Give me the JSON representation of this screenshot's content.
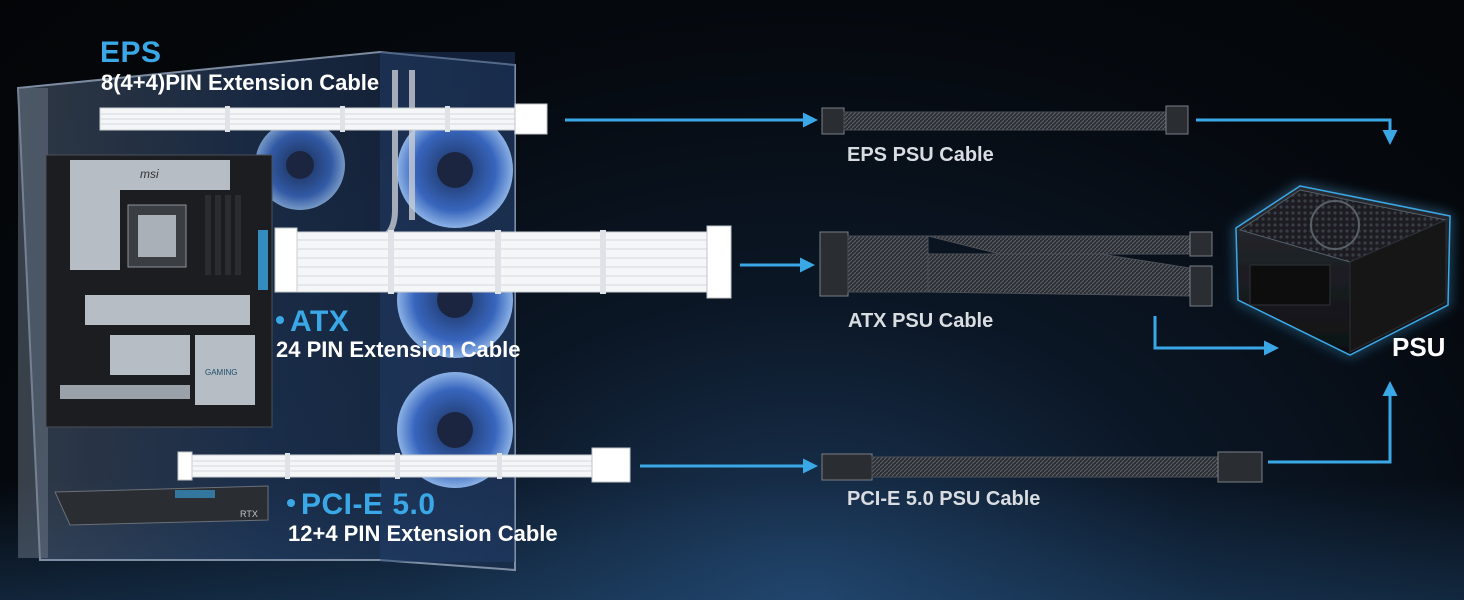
{
  "colors": {
    "accent": "#3aa8e6",
    "text": "#ffffff",
    "psu_text": "#d9dde2",
    "background": "#05080d"
  },
  "eps": {
    "title": "EPS",
    "subtitle": "8(4+4)PIN  Extension Cable",
    "psu_cable": "EPS PSU Cable"
  },
  "atx": {
    "title": "ATX",
    "subtitle": "24 PIN Extension Cable",
    "psu_cable": "ATX PSU Cable"
  },
  "pcie": {
    "title": "PCI-E 5.0",
    "subtitle": "12+4 PIN Extension Cable",
    "psu_cable": "PCI-E 5.0 PSU Cable"
  },
  "psu": {
    "label": "PSU"
  },
  "motherboard": {
    "brand": "msi",
    "badge": "GAMING"
  },
  "gpu": {
    "label": "RTX"
  }
}
